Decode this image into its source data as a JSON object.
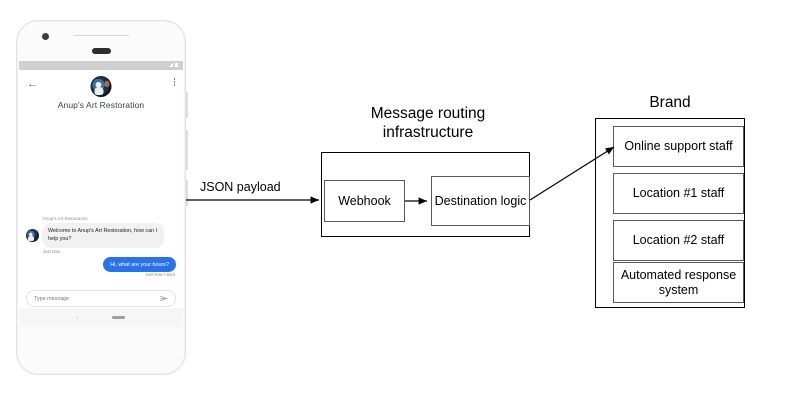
{
  "phone": {
    "header": {
      "back_icon": "back-arrow-icon",
      "menu_icon": "kebab-menu-icon",
      "avatar_icon": "brand-avatar-image",
      "brand_name": "Anup's Art Restoration"
    },
    "status_bar": {
      "wifi_icon": "wifi-icon",
      "battery_icon": "battery-icon"
    },
    "chat": {
      "sender_label": "Anup's Art Restoration",
      "bot_message": "Welcome to Anup's Art Restoration, how can I help you?",
      "bot_timestamp": "Just Now",
      "user_message": "Hi, what are your hours?",
      "user_timestamp": "Just Now • Sent"
    },
    "composer": {
      "placeholder": "Type message",
      "send_icon": "send-icon"
    },
    "navbar": {
      "back_icon": "nav-back-icon",
      "home_pill": "nav-home-pill"
    }
  },
  "diagram": {
    "json_payload_label": "JSON payload",
    "routing": {
      "title_line1": "Message routing",
      "title_line2": "infrastructure",
      "webhook_label": "Webhook",
      "destination_label": "Destination logic"
    },
    "brand": {
      "title": "Brand",
      "items": [
        {
          "label": "Online support staff"
        },
        {
          "label": "Location #1 staff"
        },
        {
          "label": "Location #2 staff"
        },
        {
          "label": "Automated response system"
        }
      ]
    },
    "colors": {
      "stroke": "#000000",
      "inner_stroke": "#595959",
      "user_bubble": "#2a72e8",
      "bot_bubble": "#f1f1f1"
    }
  }
}
